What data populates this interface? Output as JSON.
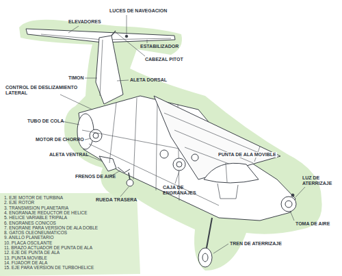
{
  "diagram": {
    "labels": [
      "LUCES DE NAVEGACION",
      "ELEVADORES",
      "ESTABILIZADOR",
      "CABEZAL PITOT",
      "ALETA DORSAL",
      "TIMON",
      "CONTROL DE DESLIZAMIENTO LATERAL",
      "TUBO DE COLA",
      "MOTOR DE CHORRO",
      "ALETA VENTRAL",
      "FRENOS DE AIRE",
      "RUEDA TRASERA",
      "CAJA DE ENGRANAJES",
      "PUNTA DE ALA MOVIBLE",
      "LUZ DE ATERRIZAJE",
      "TOMA DE AIRE",
      "TREN DE ATERRIZAJE",
      "1. EJE MOTOR DE TURBINA",
      "2. EJE ROTOR",
      "3. TRANSMISION PLANETARIA",
      "4. ENGRANAJE REDUCTOR DE HELICE",
      "5. HELICE VARIABLE TRIPALA",
      "6. ENGRANES CONICOS",
      "7. ENGRANE PARA VERSION DE ALA DOBLE",
      "8. GATOS OLEONEUMATICOS",
      "9. ANILLO PLANETARIO",
      "10. PLACA OSCILANTE",
      "11. BRAZO ACTUADOR DE PUNTA DE ALA",
      "12. EJE DE PUNTA DE ALA",
      "13. PUNTA MOVIBLE",
      "14. FIJADOR DE ALA",
      "15. EJE PARA VERSION DE TURBOHELICE"
    ]
  }
}
